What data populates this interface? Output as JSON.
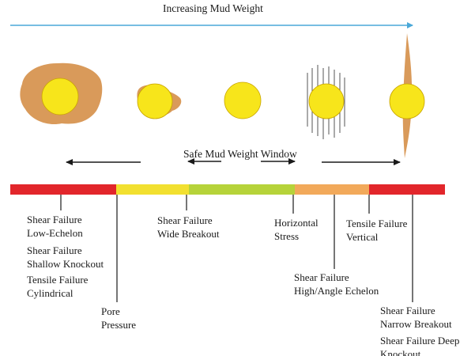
{
  "title": "Increasing Mud Weight",
  "window_label": "Safe Mud Weight Window",
  "colors": {
    "arrow_blue": "#4aa8d8",
    "borehole_yellow": "#f7e51b",
    "borehole_outline": "#c8a400",
    "breakout_brown": "#d99a5a",
    "bar_red": "#e2262b",
    "bar_yellow": "#f2e030",
    "bar_green": "#b6d33a",
    "bar_orange": "#f2a95a"
  },
  "bar_segments": [
    {
      "name": "red-low",
      "color": "#e2262b"
    },
    {
      "name": "yellow",
      "color": "#f2e030"
    },
    {
      "name": "green",
      "color": "#b6d33a"
    },
    {
      "name": "orange",
      "color": "#f2a95a"
    },
    {
      "name": "red-high",
      "color": "#e2262b"
    }
  ],
  "labels": {
    "shear_low": [
      "Shear Failure",
      "Low-Echelon"
    ],
    "shear_shallow": [
      "Shear Failure",
      "Shallow Knockout"
    ],
    "tensile_cyl": [
      "Tensile Failure",
      "Cylindrical"
    ],
    "pore": [
      "Pore",
      "Pressure"
    ],
    "shear_wide": [
      "Shear Failure",
      "Wide Breakout"
    ],
    "horizontal": [
      "Horizontal",
      "Stress"
    ],
    "shear_high": [
      "Shear Failure",
      "High/Angle Echelon"
    ],
    "tensile_vert": [
      "Tensile Failure",
      "Vertical"
    ],
    "shear_narrow": [
      "Shear Failure",
      "Narrow Breakout"
    ],
    "shear_deep": [
      "Shear Failure Deep",
      "Knockout"
    ]
  },
  "icons": {
    "boreholes": [
      "borehole-large-breakout-icon",
      "borehole-small-breakout-icon",
      "borehole-intact-icon",
      "borehole-echelon-fractures-icon",
      "borehole-vertical-fracture-icon"
    ]
  }
}
